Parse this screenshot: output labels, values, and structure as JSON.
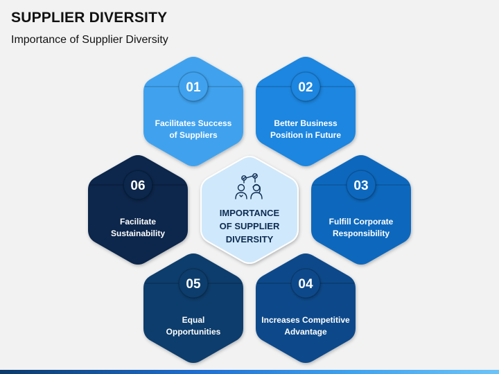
{
  "title": "SUPPLIER DIVERSITY",
  "subtitle": "Importance of Supplier Diversity",
  "center": {
    "lines": [
      "IMPORTANCE",
      "OF SUPPLIER",
      "DIVERSITY"
    ],
    "icon": "people-checklist-icon",
    "fill": "#cfe8fb"
  },
  "items": [
    {
      "number": "01",
      "lines": [
        "Facilitates Success",
        "of Suppliers"
      ],
      "color": "#3fa2ee"
    },
    {
      "number": "02",
      "lines": [
        "Better Business",
        "Position in Future"
      ],
      "color": "#1e86e0"
    },
    {
      "number": "03",
      "lines": [
        "Fulfill Corporate",
        "Responsibility"
      ],
      "color": "#0b68bd"
    },
    {
      "number": "04",
      "lines": [
        "Increases Competitive",
        "Advantage"
      ],
      "color": "#0d4a8a"
    },
    {
      "number": "05",
      "lines": [
        "Equal",
        "Opportunities"
      ],
      "color": "#0b3d6c"
    },
    {
      "number": "06",
      "lines": [
        "Facilitate",
        "Sustainability"
      ],
      "color": "#07284b"
    }
  ]
}
